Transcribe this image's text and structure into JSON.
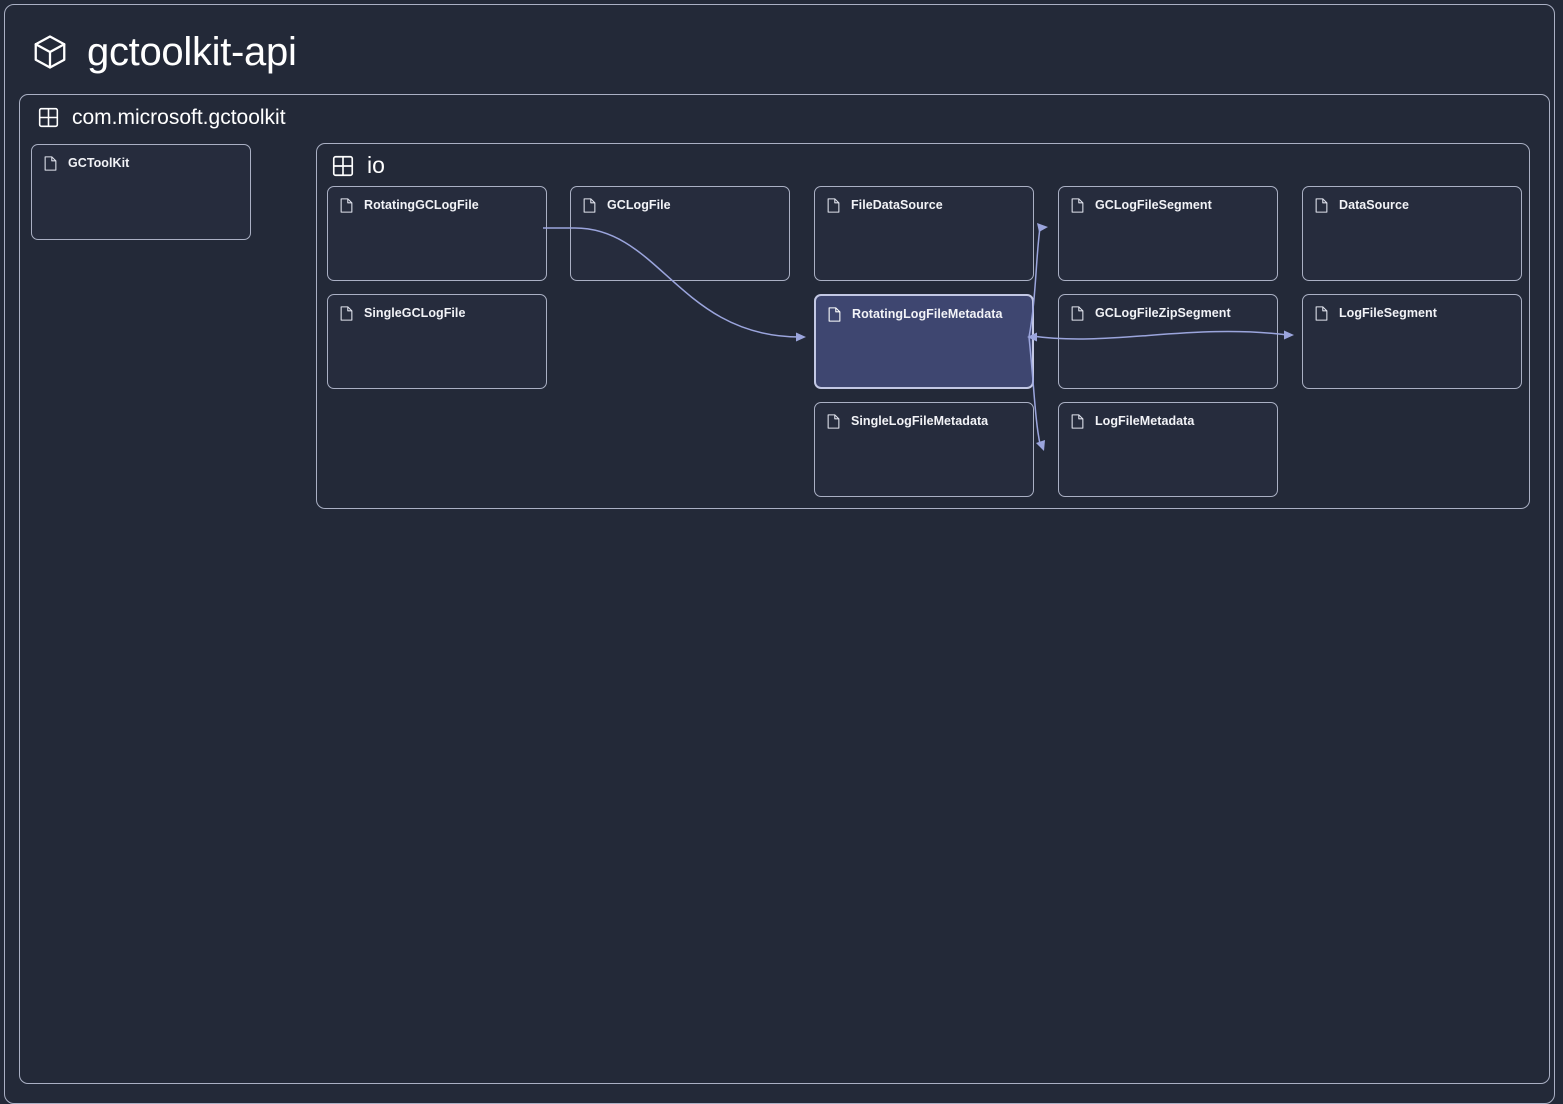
{
  "module": {
    "title": "gctoolkit-api",
    "icon": "cube-icon"
  },
  "root_package": {
    "title": "com.microsoft.gctoolkit",
    "icon": "grid-icon"
  },
  "inner_package": {
    "title": "io",
    "icon": "grid-icon"
  },
  "node_icon": "file-icon",
  "colors": {
    "canvas": "#232938",
    "node_fill": "#262c3d",
    "node_border": "#aab0c4",
    "selected_fill": "#3e4670",
    "selected_border": "#c3c8e4",
    "edge": "#9ba5dd",
    "text": "#ffffff"
  },
  "nodes": [
    {
      "id": "gctoolkit",
      "name": "GCToolKit",
      "selected": false
    },
    {
      "id": "rotatinggclogfile",
      "name": "RotatingGCLogFile",
      "selected": false
    },
    {
      "id": "singlegclogfile",
      "name": "SingleGCLogFile",
      "selected": false
    },
    {
      "id": "gclogfile",
      "name": "GCLogFile",
      "selected": false
    },
    {
      "id": "filedatasource",
      "name": "FileDataSource",
      "selected": false
    },
    {
      "id": "rotatinglogfilemetadata",
      "name": "RotatingLogFileMetadata",
      "selected": true
    },
    {
      "id": "singlelogfilemetadata",
      "name": "SingleLogFileMetadata",
      "selected": false
    },
    {
      "id": "gclogfilesegment",
      "name": "GCLogFileSegment",
      "selected": false
    },
    {
      "id": "gclogfilezipsegment",
      "name": "GCLogFileZipSegment",
      "selected": false
    },
    {
      "id": "logfilemetadata",
      "name": "LogFileMetadata",
      "selected": false
    },
    {
      "id": "datasource",
      "name": "DataSource",
      "selected": false
    },
    {
      "id": "logfilesegment",
      "name": "LogFileSegment",
      "selected": false
    }
  ],
  "edges": [
    {
      "from": "rotatinggclogfile",
      "to": "rotatinglogfilemetadata"
    },
    {
      "from": "rotatinglogfilemetadata",
      "to": "gclogfilesegment"
    },
    {
      "from": "rotatinglogfilemetadata",
      "to": "logfilemetadata"
    },
    {
      "from": "rotatinglogfilemetadata",
      "to": "logfilesegment"
    }
  ]
}
